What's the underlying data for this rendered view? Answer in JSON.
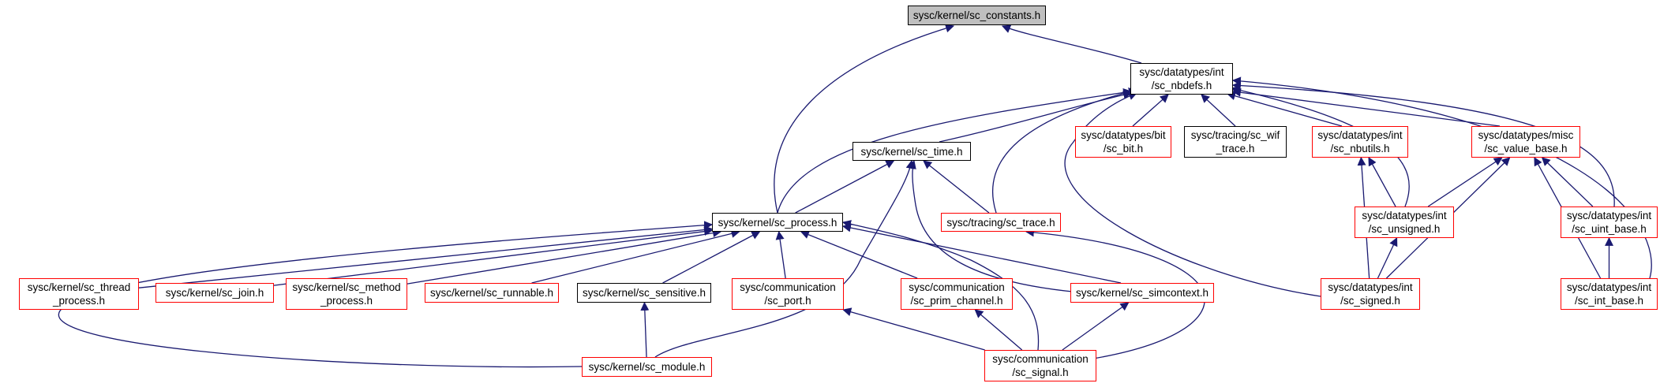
{
  "colors": {
    "edge": "#191970",
    "node_border_red": "#ff0000",
    "node_border_black": "#000000",
    "root_fill": "#bfbfbf"
  },
  "nodes": [
    {
      "id": "sc_constants",
      "label": "sysc/kernel/sc_constants.h",
      "style": "root"
    },
    {
      "id": "sc_nbdefs",
      "label": "sysc/datatypes/int\n/sc_nbdefs.h",
      "style": "black"
    },
    {
      "id": "sc_time",
      "label": "sysc/kernel/sc_time.h",
      "style": "black"
    },
    {
      "id": "sc_bit",
      "label": "sysc/datatypes/bit\n/sc_bit.h",
      "style": "red"
    },
    {
      "id": "sc_wif_trace",
      "label": "sysc/tracing/sc_wif\n_trace.h",
      "style": "black"
    },
    {
      "id": "sc_nbutils",
      "label": "sysc/datatypes/int\n/sc_nbutils.h",
      "style": "red"
    },
    {
      "id": "sc_value_base",
      "label": "sysc/datatypes/misc\n/sc_value_base.h",
      "style": "red"
    },
    {
      "id": "sc_process",
      "label": "sysc/kernel/sc_process.h",
      "style": "black"
    },
    {
      "id": "sc_trace",
      "label": "sysc/tracing/sc_trace.h",
      "style": "red"
    },
    {
      "id": "sc_unsigned",
      "label": "sysc/datatypes/int\n/sc_unsigned.h",
      "style": "red"
    },
    {
      "id": "sc_uint_base",
      "label": "sysc/datatypes/int\n/sc_uint_base.h",
      "style": "red"
    },
    {
      "id": "sc_thread_process",
      "label": "sysc/kernel/sc_thread\n_process.h",
      "style": "red"
    },
    {
      "id": "sc_join",
      "label": "sysc/kernel/sc_join.h",
      "style": "red"
    },
    {
      "id": "sc_method_process",
      "label": "sysc/kernel/sc_method\n_process.h",
      "style": "red"
    },
    {
      "id": "sc_runnable",
      "label": "sysc/kernel/sc_runnable.h",
      "style": "red"
    },
    {
      "id": "sc_sensitive",
      "label": "sysc/kernel/sc_sensitive.h",
      "style": "black"
    },
    {
      "id": "sc_port",
      "label": "sysc/communication\n/sc_port.h",
      "style": "red"
    },
    {
      "id": "sc_prim_channel",
      "label": "sysc/communication\n/sc_prim_channel.h",
      "style": "red"
    },
    {
      "id": "sc_simcontext",
      "label": "sysc/kernel/sc_simcontext.h",
      "style": "red"
    },
    {
      "id": "sc_signed",
      "label": "sysc/datatypes/int\n/sc_signed.h",
      "style": "red"
    },
    {
      "id": "sc_int_base",
      "label": "sysc/datatypes/int\n/sc_int_base.h",
      "style": "red"
    },
    {
      "id": "sc_module",
      "label": "sysc/kernel/sc_module.h",
      "style": "red"
    },
    {
      "id": "sc_signal",
      "label": "sysc/communication\n/sc_signal.h",
      "style": "red"
    }
  ],
  "edges": [
    {
      "from": "sc_nbdefs",
      "to": "sc_constants"
    },
    {
      "from": "sc_process",
      "to": "sc_constants"
    },
    {
      "from": "sc_time",
      "to": "sc_nbdefs"
    },
    {
      "from": "sc_bit",
      "to": "sc_nbdefs"
    },
    {
      "from": "sc_wif_trace",
      "to": "sc_nbdefs"
    },
    {
      "from": "sc_nbutils",
      "to": "sc_nbdefs"
    },
    {
      "from": "sc_value_base",
      "to": "sc_nbdefs"
    },
    {
      "from": "sc_process",
      "to": "sc_nbdefs"
    },
    {
      "from": "sc_trace",
      "to": "sc_nbdefs"
    },
    {
      "from": "sc_unsigned",
      "to": "sc_nbdefs"
    },
    {
      "from": "sc_signed",
      "to": "sc_nbdefs"
    },
    {
      "from": "sc_uint_base",
      "to": "sc_nbdefs"
    },
    {
      "from": "sc_int_base",
      "to": "sc_nbdefs"
    },
    {
      "from": "sc_process",
      "to": "sc_time"
    },
    {
      "from": "sc_trace",
      "to": "sc_time"
    },
    {
      "from": "sc_simcontext",
      "to": "sc_time"
    },
    {
      "from": "sc_module",
      "to": "sc_time"
    },
    {
      "from": "sc_unsigned",
      "to": "sc_nbutils"
    },
    {
      "from": "sc_signed",
      "to": "sc_nbutils"
    },
    {
      "from": "sc_unsigned",
      "to": "sc_value_base"
    },
    {
      "from": "sc_signed",
      "to": "sc_value_base"
    },
    {
      "from": "sc_uint_base",
      "to": "sc_value_base"
    },
    {
      "from": "sc_int_base",
      "to": "sc_value_base"
    },
    {
      "from": "sc_signed",
      "to": "sc_unsigned"
    },
    {
      "from": "sc_int_base",
      "to": "sc_uint_base"
    },
    {
      "from": "sc_thread_process",
      "to": "sc_process"
    },
    {
      "from": "sc_join",
      "to": "sc_process"
    },
    {
      "from": "sc_method_process",
      "to": "sc_process"
    },
    {
      "from": "sc_runnable",
      "to": "sc_process"
    },
    {
      "from": "sc_sensitive",
      "to": "sc_process"
    },
    {
      "from": "sc_port",
      "to": "sc_process"
    },
    {
      "from": "sc_prim_channel",
      "to": "sc_process"
    },
    {
      "from": "sc_simcontext",
      "to": "sc_process"
    },
    {
      "from": "sc_signal",
      "to": "sc_process"
    },
    {
      "from": "sc_module",
      "to": "sc_process"
    },
    {
      "from": "sc_module",
      "to": "sc_sensitive"
    },
    {
      "from": "sc_signal",
      "to": "sc_port"
    },
    {
      "from": "sc_signal",
      "to": "sc_prim_channel"
    },
    {
      "from": "sc_signal",
      "to": "sc_simcontext"
    },
    {
      "from": "sc_signal",
      "to": "sc_trace"
    }
  ]
}
